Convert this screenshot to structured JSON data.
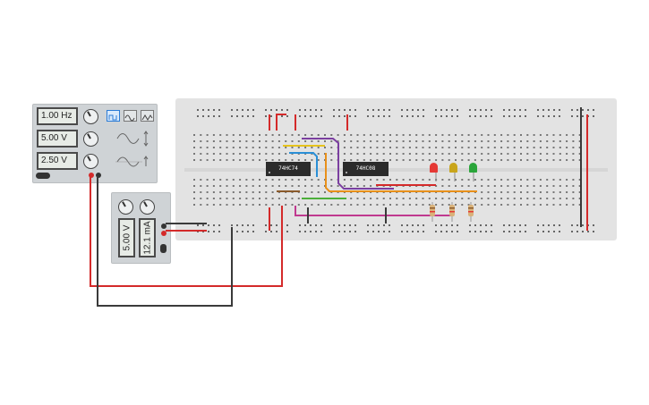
{
  "function_generator": {
    "frequency": "1.00 Hz",
    "amplitude": "5.00 V",
    "dc_offset": "2.50 V",
    "waveforms": [
      "square-wave",
      "sine-wave",
      "triangle-wave"
    ],
    "selected_waveform": "square-wave"
  },
  "power_supply": {
    "voltage": "5.00 V",
    "current": "12.1 mA"
  },
  "breadboard": {
    "chips": [
      {
        "label": "74HC74"
      },
      {
        "label": "74HC08"
      }
    ],
    "leds": [
      {
        "color": "#e53935"
      },
      {
        "color": "#c9a51c"
      },
      {
        "color": "#2aa53a"
      }
    ]
  },
  "colors": {
    "wire_red": "#d42a2a",
    "wire_black": "#3a3a3a",
    "wire_purple": "#7b3fa0",
    "wire_orange": "#e8901a",
    "wire_blue": "#2a8fd6",
    "wire_yellow": "#e6c31c",
    "wire_green": "#4caf3a",
    "wire_magenta": "#c0398f",
    "wire_brown": "#8a5a2b"
  }
}
